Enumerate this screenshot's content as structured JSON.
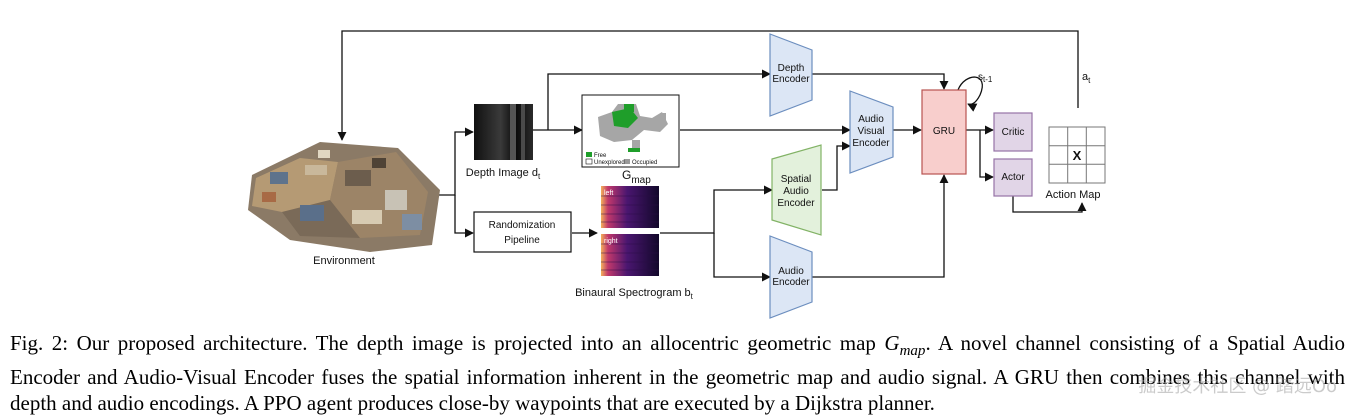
{
  "labels": {
    "environment": "Environment",
    "depth_image": "Depth Image d",
    "depth_image_sub": "t",
    "gmap": "G",
    "gmap_sub": "map",
    "randomization_1": "Randomization",
    "randomization_2": "Pipeline",
    "spectrogram": "Binaural Spectrogram b",
    "spectrogram_sub": "t",
    "spec_left": "left",
    "spec_right": "right",
    "depth_encoder_1": "Depth",
    "depth_encoder_2": "Encoder",
    "spatial_audio_1": "Spatial",
    "spatial_audio_2": "Audio",
    "spatial_audio_3": "Encoder",
    "audio_encoder_1": "Audio",
    "audio_encoder_2": "Encoder",
    "av_encoder_1": "Audio",
    "av_encoder_2": "Visual",
    "av_encoder_3": "Encoder",
    "gru": "GRU",
    "state": "s",
    "state_sub": "t-1",
    "critic": "Critic",
    "actor": "Actor",
    "action": "a",
    "action_sub": "t",
    "action_map": "Action Map",
    "action_map_mark": "X",
    "legend_free": "Free",
    "legend_unexplored": "Unexplored",
    "legend_occupied": "Occupied"
  },
  "colors": {
    "encoder_blue_fill": "#dce6f5",
    "encoder_blue_stroke": "#6c8ebf",
    "spatial_green_fill": "#e3f1dc",
    "spatial_green_stroke": "#82b366",
    "gru_fill": "#f8cecc",
    "gru_stroke": "#b85450",
    "head_fill": "#e1d5e7",
    "head_stroke": "#9673a6",
    "free_green": "#1f9e2a",
    "occupied_gray": "#9a9a9a"
  },
  "caption": {
    "prefix": "Fig. 2: Our proposed architecture. The depth image is projected into an allocentric geometric map ",
    "math_base": "G",
    "math_sub": "map",
    "suffix": ". A novel channel consisting of a Spatial Audio Encoder and Audio-Visual Encoder fuses the spatial information inherent in the geometric map and audio signal. A GRU then combines this channel with depth and audio encodings. A PPO agent produces close-by waypoints that are executed by a Dijkstra planner."
  },
  "watermark": "掘金技术社区 @ 踏远Oo"
}
